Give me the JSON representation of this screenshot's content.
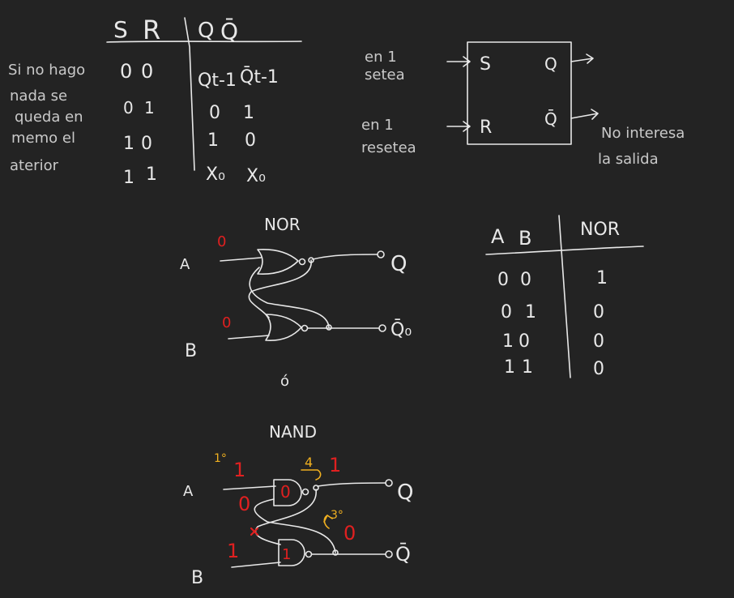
{
  "colors": {
    "background": "#232323",
    "ink": "#e8e8e8",
    "red_annotation": "#e02020",
    "orange_annotation": "#f0b020"
  },
  "sr_table": {
    "headers": [
      "S",
      "R",
      "Q",
      "Q̄"
    ],
    "rows": [
      [
        "0",
        "0",
        "Qt-1",
        "Q̄t-1"
      ],
      [
        "0",
        "1",
        "0",
        "1"
      ],
      [
        "1",
        "0",
        "1",
        "0"
      ],
      [
        "1",
        "1",
        "X₀",
        "X₀"
      ]
    ]
  },
  "memory_note": [
    "Si no hago",
    "nada se",
    "queda en",
    "memo el",
    "aterior"
  ],
  "block": {
    "set_note": [
      "en 1",
      "setea"
    ],
    "reset_note": [
      "en 1",
      "resetea"
    ],
    "input_s": "S",
    "input_r": "R",
    "output_q": "Q",
    "output_qbar": "Q̄",
    "output_note": [
      "No interesa",
      "la salida"
    ]
  },
  "nor_circuit": {
    "title": "NOR",
    "input_a": "A",
    "input_b": "B",
    "out_q": "Q",
    "out_qbar": "Q̄₀",
    "red_a": "0",
    "red_b": "0",
    "note": "ó"
  },
  "nor_table": {
    "headers": [
      "A",
      "B",
      "NOR"
    ],
    "rows": [
      [
        "0",
        "0",
        "1"
      ],
      [
        "0",
        "1",
        "0"
      ],
      [
        "1",
        "0",
        "0"
      ],
      [
        "1",
        "1",
        "0"
      ]
    ]
  },
  "nand_circuit": {
    "title": "NAND",
    "input_a": "A",
    "input_b": "B",
    "out_q": "Q",
    "out_qbar": "Q̄",
    "step1": "1°",
    "step3": "3°",
    "step4": "4",
    "red_a_in": "1",
    "red_a_fb": "0",
    "red_gate1": "0",
    "red_q_out": "1",
    "red_b_in": "1",
    "red_gate2": "1",
    "red_qbar_out": "0"
  }
}
